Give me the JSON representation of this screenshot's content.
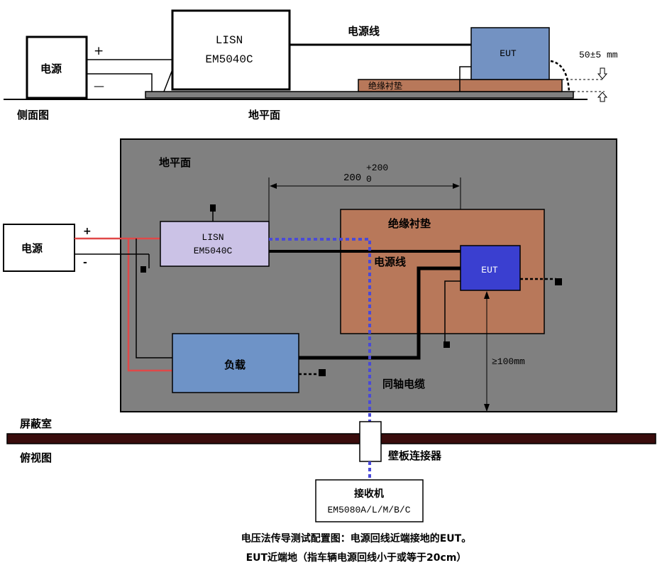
{
  "side_view": {
    "label": "侧面图",
    "power_supply": "电源",
    "plus": "+",
    "minus": "—",
    "lisn_line1": "LISN",
    "lisn_line2": "EM5040C",
    "power_line": "电源线",
    "eut": "EUT",
    "insulating_pad": "绝缘衬垫",
    "height_note": "50±5 mm",
    "ground_plane": "地平面"
  },
  "top_view": {
    "label": "俯视图",
    "ground_plane": "地平面",
    "power_supply": "电源",
    "plus": "+",
    "minus": "-",
    "lisn_line1": "LISN",
    "lisn_line2": "EM5040C",
    "insulating_pad": "绝缘衬垫",
    "power_line": "电源线",
    "eut": "EUT",
    "load": "负载",
    "coax_cable": "同轴电缆",
    "distance_main": "200",
    "distance_tol_plus": "+200",
    "distance_tol_minus": "0",
    "edge_distance": "≥100mm",
    "shielded_room": "屏蔽室",
    "wall_connector": "壁板连接器",
    "receiver_line1": "接收机",
    "receiver_line2": "EM5080A/L/M/B/C"
  },
  "caption": {
    "line1": "电压法传导测试配置图：电源回线近端接地的EUT。",
    "line2": "EUT近端地（指车辆电源回线小于或等于20cm）"
  },
  "colors": {
    "ground_gray": "#808080",
    "pad_brown": "#b8785a",
    "eut_side_blue": "#7392c2",
    "eut_top_blue": "#3a3fd0",
    "lisn_lavender": "#cbc2e6",
    "load_blue": "#6e93c7",
    "wire_red": "#e04848",
    "coax_blue": "#4a4ad8",
    "wall_dark": "#3a0c0c"
  }
}
